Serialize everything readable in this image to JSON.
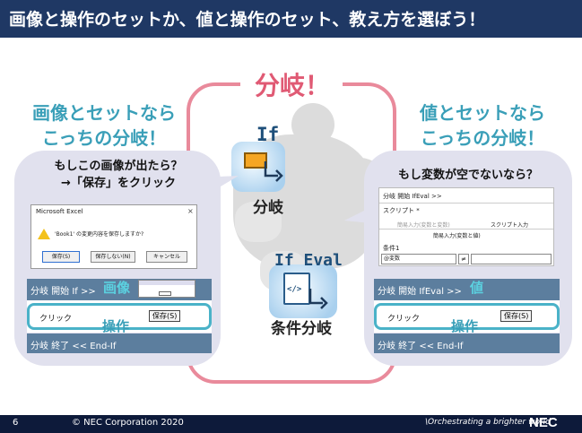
{
  "header": {
    "title": "画像と操作のセットか、値と操作のセット、教え方を選ぼう！"
  },
  "center": {
    "title": "分岐！"
  },
  "if_icon": {
    "label": "If",
    "caption": "分岐"
  },
  "ifeval_icon": {
    "label": "If Eval",
    "code": "</>",
    "caption": "条件分岐"
  },
  "left": {
    "caption_line1": "画像とセットなら",
    "caption_line2": "こっちの分岐！",
    "question_line1": "もしこの画像が出たら？",
    "question_line2": "→「保存」をクリック",
    "dialog": {
      "title": "Microsoft Excel",
      "close": "×",
      "message": "'Book1' の変更内容を保存しますか?",
      "buttons": [
        "保存(S)",
        "保存しない(N)",
        "キャンセル"
      ]
    },
    "workflow": {
      "start": "分岐 開始 If >>",
      "image_label": "画像",
      "click": "クリック",
      "save_button": "保存(S)",
      "action_label": "操作",
      "end": "分岐 終了 << End-If"
    }
  },
  "right": {
    "caption_line1": "値とセットなら",
    "caption_line2": "こっちの分岐！",
    "question": "もし変数が空でないなら？",
    "panel": {
      "tab": "分岐 開始 IfEval >>",
      "script_label": "スクリプト *",
      "col1": "簡易入力(変数と変数)",
      "col2": "スクリプト入力",
      "sub": "簡易入力(変数と値)",
      "condition": "条件1",
      "variable": "@変数",
      "operator": "≠"
    },
    "workflow": {
      "start": "分岐 開始 IfEval >>",
      "value_label": "値",
      "click": "クリック",
      "save_button": "保存(S)",
      "action_label": "操作",
      "end": "分岐 終了 << End-If"
    }
  },
  "footer": {
    "page": "6",
    "copyright": "© NEC Corporation 2020",
    "tagline": "\\Orchestrating a brighter world",
    "logo": "NEC"
  }
}
